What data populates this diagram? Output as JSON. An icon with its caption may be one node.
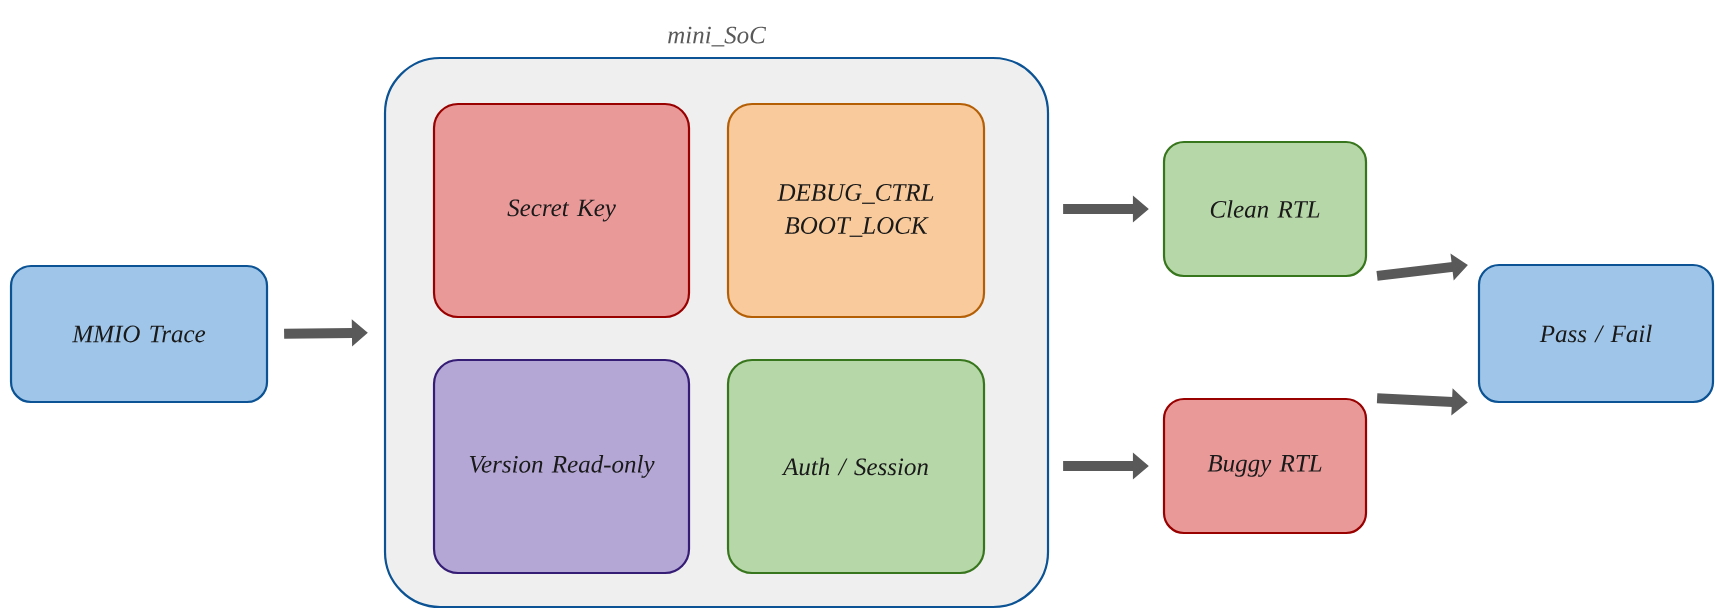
{
  "diagram": {
    "nodes": [
      {
        "text": [
          "MMIO Trace"
        ]
      },
      {
        "text": [
          "mini_SoC"
        ]
      },
      {
        "text": [
          "Secret Key"
        ],
        "in": 1
      },
      {
        "text": [
          "DEBUG_CTRL BOOT_LOCK"
        ],
        "in": 1
      },
      {
        "text": [
          "Version Read-only"
        ],
        "in": 1
      },
      {
        "text": [
          "Auth / Session"
        ],
        "in": 1
      },
      {
        "text": [
          "Clean RTL"
        ]
      },
      {
        "text": [
          "Buggy RTL"
        ]
      },
      {
        "text": [
          "Pass / Fail"
        ]
      }
    ],
    "edges": [
      {
        "from": 0,
        "to": 1,
        "arrow": "to"
      },
      {
        "from": 1,
        "to": 6,
        "arrow": "to"
      },
      {
        "from": 1,
        "to": 7,
        "arrow": "to"
      },
      {
        "from": 6,
        "to": 8,
        "arrow": "to"
      },
      {
        "from": 7,
        "to": 8,
        "arrow": "to"
      }
    ]
  }
}
